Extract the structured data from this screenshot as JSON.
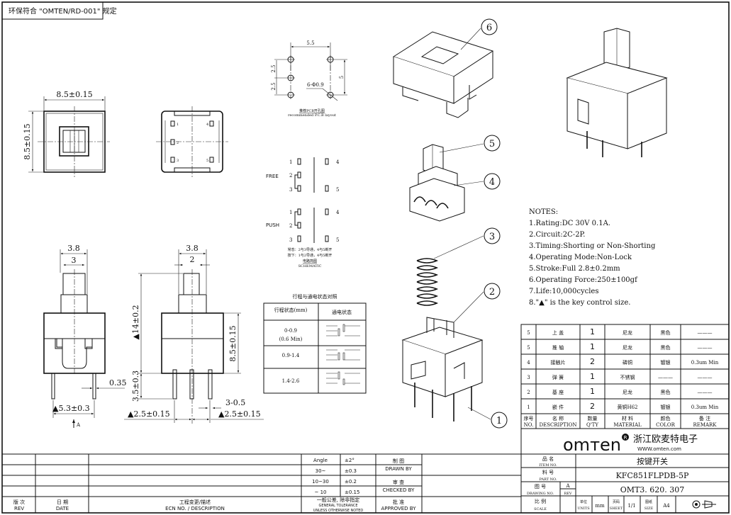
{
  "header_label": "环保符合 \"OMTEN/RD-001\" 规定",
  "views": {
    "top_width": "8.5±0.15",
    "top_height": "8.5±0.15",
    "pin_labels": [
      "1",
      "2",
      "3",
      "4",
      "5"
    ],
    "side_left": {
      "width_outer": "3.8",
      "width_inner": "3",
      "pin_thickness": "0.35",
      "pin_span": "▲5.3±0.3",
      "view_arrow": "A"
    },
    "side_right": {
      "width_outer": "3.8",
      "width_inner": "2",
      "total_height": "▲14±0.2",
      "pin_length": "3.5±0.3",
      "body_height": "8.5±0.15",
      "pitch_left": "▲2.5±0.15",
      "pitch_right": "▲2.5±0.15",
      "pin_width": "3-0.5"
    }
  },
  "pcb_layout": {
    "width": "5.5",
    "pitch_top": "2.5",
    "pitch_bottom": "2.5",
    "height": "5",
    "holes": "6-Φ0.9",
    "title": "推荐PCB开孔图",
    "subtitle": "recommended P.C.B layout"
  },
  "schematic": {
    "free_label": "FREE",
    "push_label": "PUSH",
    "pins": [
      "1",
      "2",
      "3",
      "4",
      "5"
    ],
    "note_free": "常态：2与3导通，4与5断开",
    "note_push": "按下：1与2导通，4与5断开",
    "title_cn": "电路简图",
    "title_en": "SCHEMATIC"
  },
  "travel_table": {
    "title": "行程与通电状态对照",
    "header_travel": "行程状态(mm)",
    "header_state": "通电状态",
    "rows": [
      {
        "travel": "0-0.9",
        "travel_sub": "(0.6 Min)"
      },
      {
        "travel": "0.9-1.4",
        "travel_sub": ""
      },
      {
        "travel": "1.4-2.6",
        "travel_sub": ""
      }
    ]
  },
  "callouts": [
    "1",
    "2",
    "3",
    "4",
    "5",
    "6"
  ],
  "notes": {
    "title": "NOTES:",
    "items": [
      "1.Rating:DC 30V 0.1A.",
      "2.Circuit:2C-2P.",
      "3.Timing:Shorting or Non-Shorting",
      "4.Operating Mode:Non-Lock",
      "5.Stroke:Full 2.8±0.2mm",
      "6.Operating Force:250±100gf",
      "7.Life:10,000cycles",
      "8.\"▲\" is the key control size."
    ]
  },
  "bom": {
    "rows": [
      {
        "no": "5",
        "desc": "上 盖",
        "qty": "1",
        "material": "尼龙",
        "color": "黑色",
        "remark": "———"
      },
      {
        "no": "5",
        "desc": "推 轴",
        "qty": "1",
        "material": "尼龙",
        "color": "黑色",
        "remark": "———"
      },
      {
        "no": "4",
        "desc": "接触片",
        "qty": "2",
        "material": "磷铜",
        "color": "镀银",
        "remark": "0.3um Min"
      },
      {
        "no": "3",
        "desc": "弹 簧",
        "qty": "1",
        "material": "不锈钢",
        "color": "———",
        "remark": "———"
      },
      {
        "no": "2",
        "desc": "基 座",
        "qty": "1",
        "material": "尼龙",
        "color": "黑色",
        "remark": "———"
      },
      {
        "no": "1",
        "desc": "嵌 件",
        "qty": "2",
        "material": "黄铜H62",
        "color": "镀银",
        "remark": "0.3um Min"
      }
    ],
    "header": {
      "no_cn": "序号",
      "no_en": "NO.",
      "desc_cn": "名  称",
      "desc_en": "DESCRIPTION",
      "qty_cn": "数量",
      "qty_en": "Q'TY",
      "material_cn": "材  料",
      "material_en": "MATERIAL",
      "color_cn": "颜色",
      "color_en": "COLOR",
      "remark_cn": "备  注",
      "remark_en": "REMARK"
    }
  },
  "title_block": {
    "logo": "omтen",
    "company": "浙江欧麦特电子",
    "website": "WWW.omten.com",
    "item_label_cn": "品  名",
    "item_label_en": "ITEM NO.",
    "item_value": "按键开关",
    "part_label_cn": "料  号",
    "part_label_en": "PART NO.",
    "part_value": "KFC851FLPDB-5P",
    "drawing_label_cn": "图  号",
    "drawing_label_en": "DRAWING NO.",
    "rev_label": "REV",
    "rev_value": "A",
    "drawing_value": "OMT3. 620. 307",
    "scale_cn": "比 例",
    "scale_en": "SCALE",
    "units_cn": "单位",
    "units_en": "UNITS",
    "units_value": "mm",
    "sheet_cn": "页码",
    "sheet_en": "SHEET",
    "sheet_value": "1/1",
    "size_cn": "图纸",
    "size_en": "SIZE",
    "size_value": "A4"
  },
  "revision_block": {
    "tolerances": [
      {
        "range": "Angle",
        "tol": "±2°"
      },
      {
        "range": "30~",
        "tol": "±0.3"
      },
      {
        "range": "10~30",
        "tol": "±0.2"
      },
      {
        "range": "~ 10",
        "tol": "±0.15"
      }
    ],
    "tol_header_cn": "一般公差, 除非指定",
    "tol_header_en1": "GENERAL TOLERANCE",
    "tol_header_en2": "UNLESS OTHERWISE NOTED",
    "rev_cn": "版 次",
    "rev_en": "REV",
    "date_cn": "日 期",
    "date_en": "DATE",
    "ecn_cn": "工程变更/描述",
    "ecn_en": "ECN NO. / DESCRIPTION",
    "drawn_cn": "制  图",
    "drawn_en": "DRAWN BY",
    "checked_cn": "审  查",
    "checked_en": "CHECKED BY",
    "approved_cn": "批  准",
    "approved_en": "APPROVED BY"
  }
}
